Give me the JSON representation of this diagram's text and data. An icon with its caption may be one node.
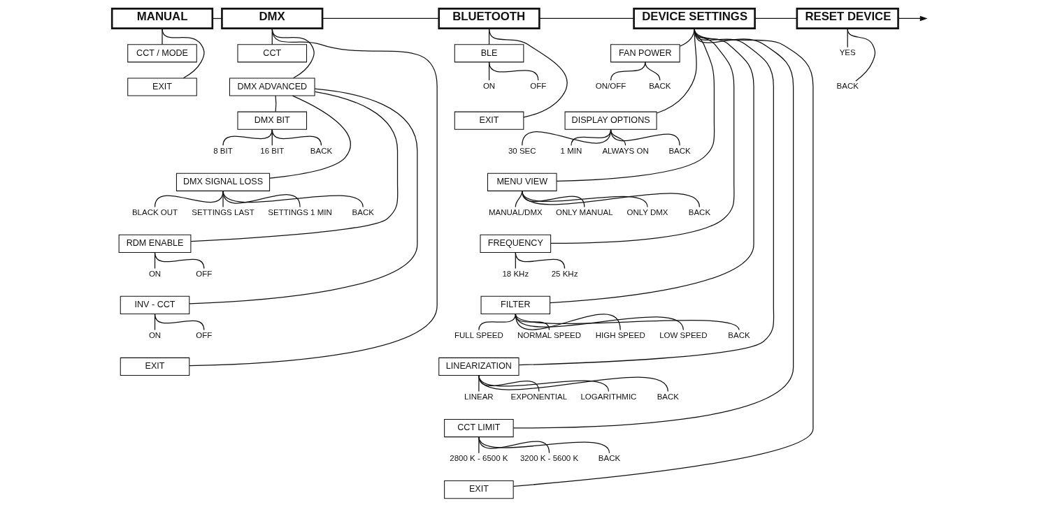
{
  "diagram": {
    "nodes": [
      {
        "text": [
          "MANUAL"
        ]
      },
      {
        "text": [
          "CCT / MODE"
        ]
      },
      {
        "text": [
          "EXIT"
        ]
      },
      {
        "text": [
          "DMX"
        ]
      },
      {
        "text": [
          "CCT"
        ]
      },
      {
        "text": [
          "DMX ADVANCED"
        ]
      },
      {
        "text": [
          "DMX BIT"
        ]
      },
      {
        "text": [
          "8 BIT"
        ]
      },
      {
        "text": [
          "16 BIT"
        ]
      },
      {
        "text": [
          "BACK"
        ]
      },
      {
        "text": [
          "DMX SIGNAL LOSS"
        ]
      },
      {
        "text": [
          "BLACK OUT"
        ]
      },
      {
        "text": [
          "SETTINGS LAST"
        ]
      },
      {
        "text": [
          "SETTINGS 1 MIN"
        ]
      },
      {
        "text": [
          "BACK"
        ]
      },
      {
        "text": [
          "RDM ENABLE"
        ]
      },
      {
        "text": [
          "ON"
        ]
      },
      {
        "text": [
          "OFF"
        ]
      },
      {
        "text": [
          "INV - CCT"
        ]
      },
      {
        "text": [
          "ON"
        ]
      },
      {
        "text": [
          "OFF"
        ]
      },
      {
        "text": [
          "EXIT"
        ]
      },
      {
        "text": [
          "BLUETOOTH"
        ]
      },
      {
        "text": [
          "BLE"
        ]
      },
      {
        "text": [
          "ON"
        ]
      },
      {
        "text": [
          "OFF"
        ]
      },
      {
        "text": [
          "EXIT"
        ]
      },
      {
        "text": [
          "DEVICE SETTINGS"
        ]
      },
      {
        "text": [
          "FAN POWER"
        ]
      },
      {
        "text": [
          "ON/OFF"
        ]
      },
      {
        "text": [
          "BACK"
        ]
      },
      {
        "text": [
          "DISPLAY OPTIONS"
        ]
      },
      {
        "text": [
          "30 SEC"
        ]
      },
      {
        "text": [
          "1 MIN"
        ]
      },
      {
        "text": [
          "ALWAYS ON"
        ]
      },
      {
        "text": [
          "BACK"
        ]
      },
      {
        "text": [
          "MENU VIEW"
        ]
      },
      {
        "text": [
          "MANUAL/DMX"
        ]
      },
      {
        "text": [
          "ONLY MANUAL"
        ]
      },
      {
        "text": [
          "ONLY DMX"
        ]
      },
      {
        "text": [
          "BACK"
        ]
      },
      {
        "text": [
          "FREQUENCY"
        ]
      },
      {
        "text": [
          "18 KHz"
        ]
      },
      {
        "text": [
          "25 KHz"
        ]
      },
      {
        "text": [
          "FILTER"
        ]
      },
      {
        "text": [
          "FULL SPEED"
        ]
      },
      {
        "text": [
          "NORMAL SPEED"
        ]
      },
      {
        "text": [
          "HIGH SPEED"
        ]
      },
      {
        "text": [
          "LOW SPEED"
        ]
      },
      {
        "text": [
          "BACK"
        ]
      },
      {
        "text": [
          "LINEARIZATION"
        ]
      },
      {
        "text": [
          "LINEAR"
        ]
      },
      {
        "text": [
          "EXPONENTIAL"
        ]
      },
      {
        "text": [
          "LOGARITHMIC"
        ]
      },
      {
        "text": [
          "BACK"
        ]
      },
      {
        "text": [
          "CCT LIMIT"
        ]
      },
      {
        "text": [
          "2800 K - 6500 K"
        ]
      },
      {
        "text": [
          "3200 K - 5600 K"
        ]
      },
      {
        "text": [
          "BACK"
        ]
      },
      {
        "text": [
          "EXIT"
        ]
      },
      {
        "text": [
          "RESET DEVICE"
        ]
      },
      {
        "text": [
          "YES"
        ]
      },
      {
        "text": [
          "BACK"
        ]
      }
    ],
    "edges": [
      {
        "from": 0,
        "to": 3,
        "arrow": "none"
      },
      {
        "from": 3,
        "to": 22,
        "arrow": "none"
      },
      {
        "from": 22,
        "to": 27,
        "arrow": "none"
      },
      {
        "from": 27,
        "to": 60,
        "arrow": "none"
      },
      {
        "from": 60,
        "to": null,
        "arrow": "to"
      },
      {
        "from": 0,
        "to": 1,
        "arrow": "none"
      },
      {
        "from": 0,
        "to": 2,
        "arrow": "none"
      },
      {
        "from": 3,
        "to": 4,
        "arrow": "none"
      },
      {
        "from": 3,
        "to": 5,
        "arrow": "none"
      },
      {
        "from": 3,
        "to": 21,
        "arrow": "none"
      },
      {
        "from": 5,
        "to": 6,
        "arrow": "none"
      },
      {
        "from": 5,
        "to": 10,
        "arrow": "none"
      },
      {
        "from": 5,
        "to": 15,
        "arrow": "none"
      },
      {
        "from": 5,
        "to": 18,
        "arrow": "none"
      },
      {
        "from": 6,
        "to": 7,
        "arrow": "none"
      },
      {
        "from": 6,
        "to": 8,
        "arrow": "none"
      },
      {
        "from": 6,
        "to": 9,
        "arrow": "none"
      },
      {
        "from": 10,
        "to": 11,
        "arrow": "none"
      },
      {
        "from": 10,
        "to": 12,
        "arrow": "none"
      },
      {
        "from": 10,
        "to": 13,
        "arrow": "none"
      },
      {
        "from": 10,
        "to": 14,
        "arrow": "none"
      },
      {
        "from": 15,
        "to": 16,
        "arrow": "none"
      },
      {
        "from": 15,
        "to": 17,
        "arrow": "none"
      },
      {
        "from": 18,
        "to": 19,
        "arrow": "none"
      },
      {
        "from": 18,
        "to": 20,
        "arrow": "none"
      },
      {
        "from": 22,
        "to": 23,
        "arrow": "none"
      },
      {
        "from": 22,
        "to": 26,
        "arrow": "none"
      },
      {
        "from": 23,
        "to": 24,
        "arrow": "none"
      },
      {
        "from": 23,
        "to": 25,
        "arrow": "none"
      },
      {
        "from": 27,
        "to": 28,
        "arrow": "none"
      },
      {
        "from": 27,
        "to": 31,
        "arrow": "none"
      },
      {
        "from": 27,
        "to": 36,
        "arrow": "none"
      },
      {
        "from": 27,
        "to": 41,
        "arrow": "none"
      },
      {
        "from": 27,
        "to": 44,
        "arrow": "none"
      },
      {
        "from": 27,
        "to": 50,
        "arrow": "none"
      },
      {
        "from": 27,
        "to": 55,
        "arrow": "none"
      },
      {
        "from": 27,
        "to": 59,
        "arrow": "none"
      },
      {
        "from": 28,
        "to": 29,
        "arrow": "none"
      },
      {
        "from": 28,
        "to": 30,
        "arrow": "none"
      },
      {
        "from": 31,
        "to": 32,
        "arrow": "none"
      },
      {
        "from": 31,
        "to": 33,
        "arrow": "none"
      },
      {
        "from": 31,
        "to": 34,
        "arrow": "none"
      },
      {
        "from": 31,
        "to": 35,
        "arrow": "none"
      },
      {
        "from": 36,
        "to": 37,
        "arrow": "none"
      },
      {
        "from": 36,
        "to": 38,
        "arrow": "none"
      },
      {
        "from": 36,
        "to": 39,
        "arrow": "none"
      },
      {
        "from": 36,
        "to": 40,
        "arrow": "none"
      },
      {
        "from": 41,
        "to": 42,
        "arrow": "none"
      },
      {
        "from": 41,
        "to": 43,
        "arrow": "none"
      },
      {
        "from": 44,
        "to": 45,
        "arrow": "none"
      },
      {
        "from": 44,
        "to": 46,
        "arrow": "none"
      },
      {
        "from": 44,
        "to": 47,
        "arrow": "none"
      },
      {
        "from": 44,
        "to": 48,
        "arrow": "none"
      },
      {
        "from": 44,
        "to": 49,
        "arrow": "none"
      },
      {
        "from": 50,
        "to": 51,
        "arrow": "none"
      },
      {
        "from": 50,
        "to": 52,
        "arrow": "none"
      },
      {
        "from": 50,
        "to": 53,
        "arrow": "none"
      },
      {
        "from": 50,
        "to": 54,
        "arrow": "none"
      },
      {
        "from": 55,
        "to": 56,
        "arrow": "none"
      },
      {
        "from": 55,
        "to": 57,
        "arrow": "none"
      },
      {
        "from": 55,
        "to": 58,
        "arrow": "none"
      },
      {
        "from": 60,
        "to": 61,
        "arrow": "none"
      },
      {
        "from": 60,
        "to": 62,
        "arrow": "none"
      }
    ]
  }
}
